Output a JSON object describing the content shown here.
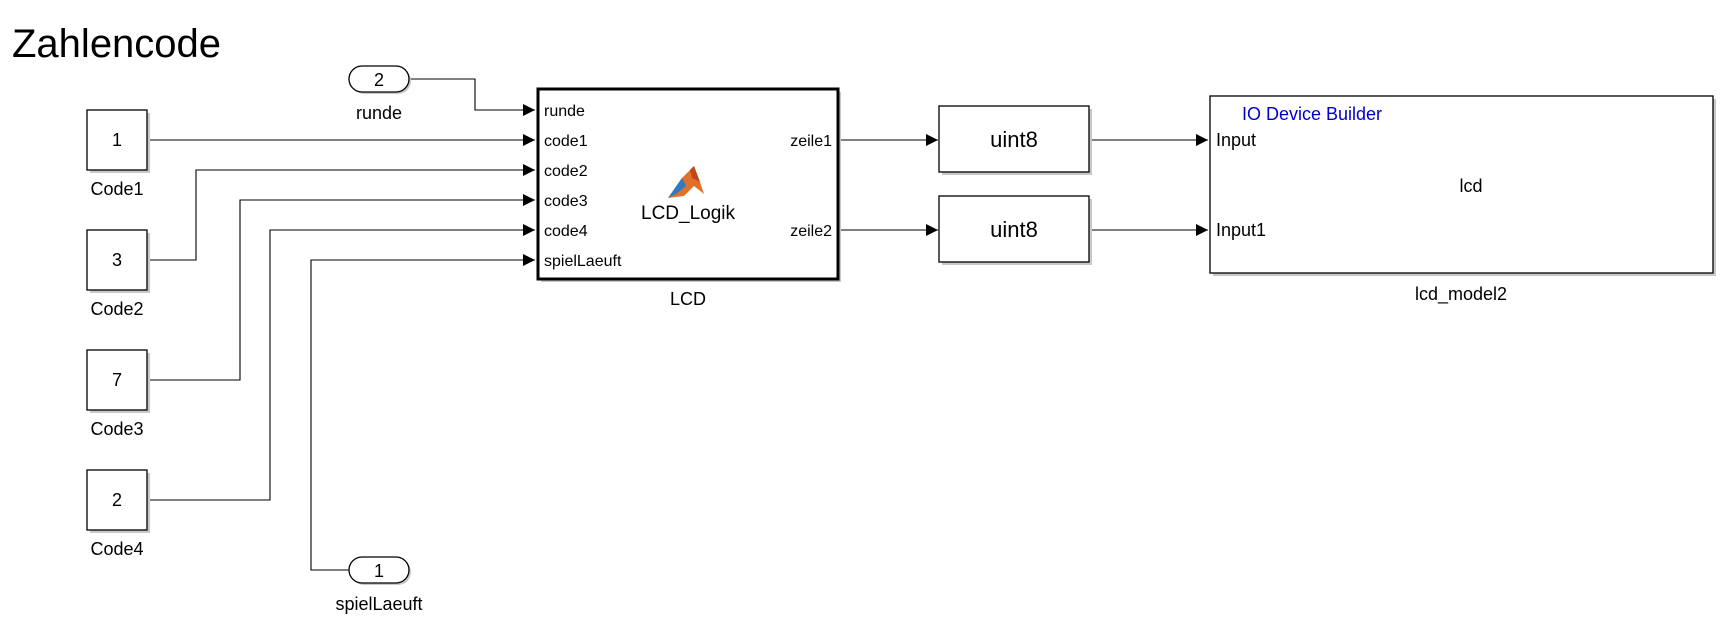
{
  "title": "Zahlencode",
  "constants": [
    {
      "value": "1",
      "label": "Code1"
    },
    {
      "value": "3",
      "label": "Code2"
    },
    {
      "value": "7",
      "label": "Code3"
    },
    {
      "value": "2",
      "label": "Code4"
    }
  ],
  "inports": [
    {
      "number": "2",
      "label": "runde"
    },
    {
      "number": "1",
      "label": "spielLaeuft"
    }
  ],
  "lcd_block": {
    "name": "LCD",
    "center_text": "LCD_Logik",
    "inputs": [
      "runde",
      "code1",
      "code2",
      "code3",
      "code4",
      "spielLaeuft"
    ],
    "outputs": [
      "zeile1",
      "zeile2"
    ]
  },
  "conversions": [
    "uint8",
    "uint8"
  ],
  "device_block": {
    "name": "lcd_model2",
    "header": "IO Device Builder",
    "center_text": "lcd",
    "inputs": [
      "Input",
      "Input1"
    ],
    "header_color": "#0000cc"
  }
}
